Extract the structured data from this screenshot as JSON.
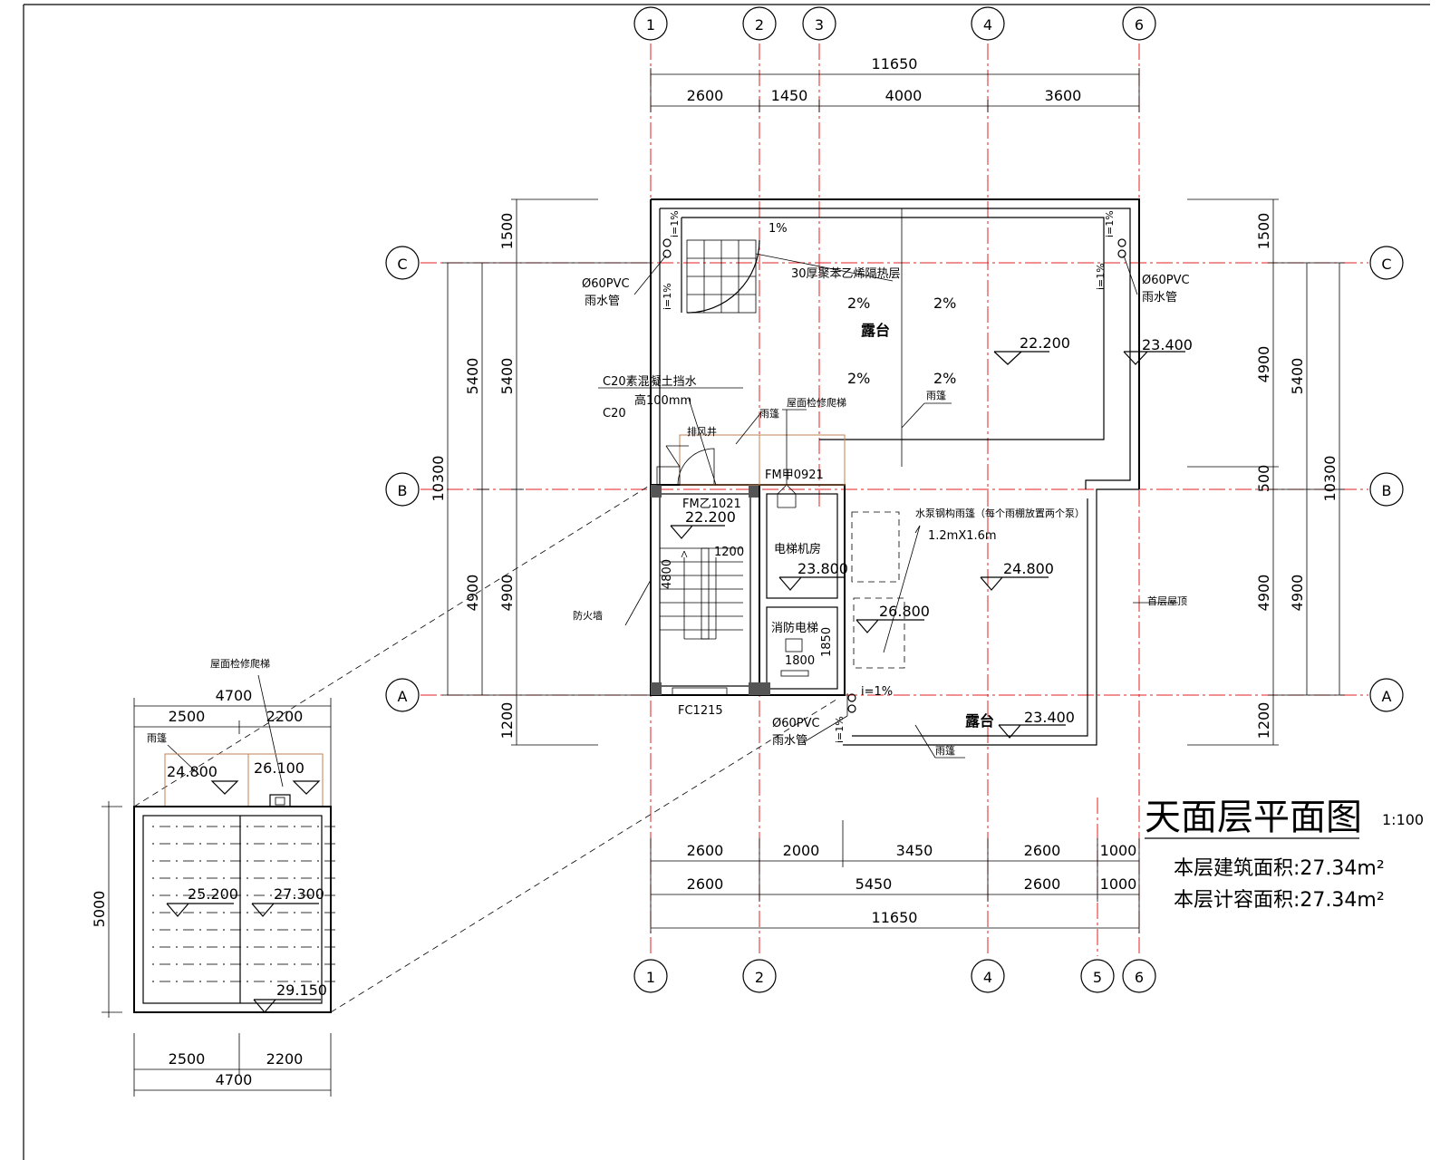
{
  "title": "天面层平面图",
  "scale": "1:100",
  "building_area": "本层建筑面积:27.34m²",
  "plot_area": "本层计容面积:27.34m²",
  "axes": {
    "vertical_top": [
      "1",
      "2",
      "3",
      "4",
      "6"
    ],
    "vertical_bottom": [
      "1",
      "2",
      "4",
      "5",
      "6"
    ],
    "horizontal": [
      "C",
      "B",
      "A"
    ]
  },
  "dims": {
    "top_total": "11650",
    "top_segments": [
      "2600",
      "1450",
      "4000",
      "3600"
    ],
    "bottom_row1": [
      "2600",
      "2000",
      "3450",
      "2600",
      "1000"
    ],
    "bottom_row2": [
      "2600",
      "5450",
      "2600",
      "1000"
    ],
    "bottom_total": "11650",
    "left_outer": "10300",
    "left_col1": [
      "5400",
      "4900"
    ],
    "left_col2": [
      "1500",
      "5400",
      "4900",
      "1200"
    ],
    "right_col1": [
      "1500",
      "4900",
      "500",
      "4900",
      "1200"
    ],
    "right_col2": [
      "5400",
      "4900"
    ],
    "right_outer": "10300"
  },
  "labels": {
    "insulation": "30厚聚苯乙烯隔热层",
    "pipe_line1": "Ø60PVC",
    "pipe_line2": "雨水管",
    "terrace": "露台",
    "elev_22200": "22.200",
    "elev_23400": "23.400",
    "elev_24800": "24.800",
    "elev_23800": "23.800",
    "elev_26800": "26.800",
    "elev_stair": "22.200",
    "slope_2": "2%",
    "slope_1": "1%",
    "slope_i1": "i=1%",
    "curb_line1": "C20素混凝土挡水",
    "curb_line2": "高100mm",
    "curb_code": "C20",
    "canopy": "雨篷",
    "ladder": "屋面检修爬梯",
    "vent": "排风井",
    "door_fm1": "FM乙1021",
    "door_fm2": "FM甲0921",
    "elevator_room": "电梯机房",
    "fire_elevator": "消防电梯",
    "fire_wall": "防火墙",
    "dim_1200": "1200",
    "dim_4800": "4800",
    "dim_1800": "1800",
    "dim_1850": "1850",
    "tank_note": "水泵钢构雨篷（每个雨棚放置两个泵）",
    "tank_size": "1.2mX1.6m",
    "ground_roof": "首层屋顶",
    "window_fc": "FC1215"
  },
  "detail": {
    "ladder": "屋面检修爬梯",
    "top_total": "4700",
    "top_segments": [
      "2500",
      "2200"
    ],
    "canopy": "雨篷",
    "elev_24800": "24.800",
    "elev_26100": "26.100",
    "side": "5000",
    "elev_25200": "25.200",
    "elev_27300": "27.300",
    "elev_29150": "29.150",
    "bottom_segments": [
      "2500",
      "2200"
    ],
    "bottom_total": "4700"
  }
}
